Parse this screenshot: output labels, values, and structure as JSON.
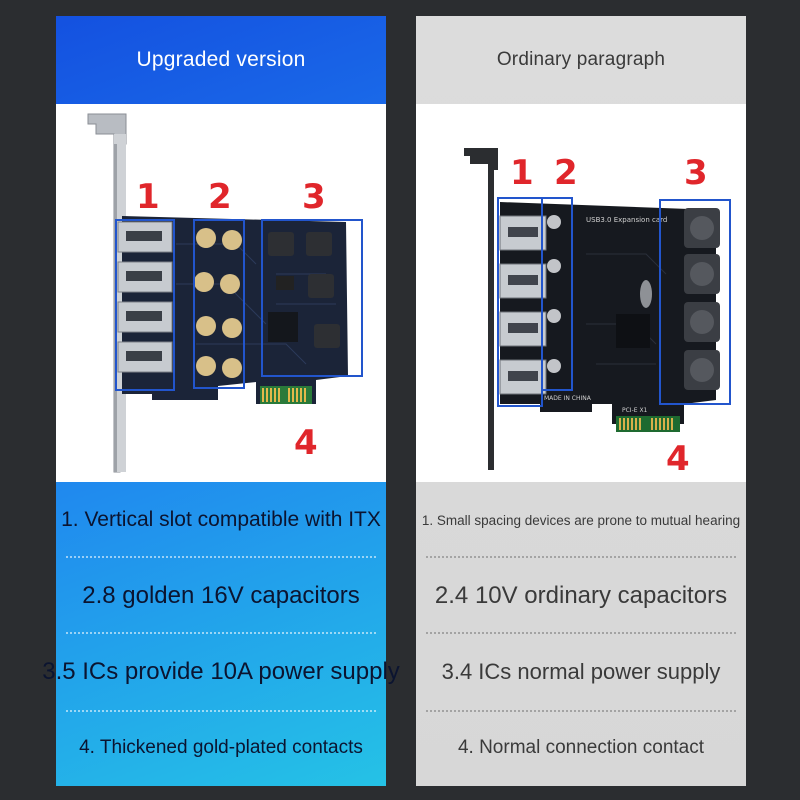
{
  "colors": {
    "background": "#2b2d30",
    "upgraded_gradient_start": "#1451e0",
    "upgraded_gradient_end": "#25c2e6",
    "ordinary_background": "#d9d9d9",
    "callout_red": "#e0262b",
    "highlight_box_blue": "#2255cc",
    "pcb_dark": "#1a2438"
  },
  "upgraded": {
    "title": "Upgraded version",
    "callouts": [
      "1",
      "2",
      "3",
      "4"
    ],
    "features": [
      "1. Vertical slot compatible with ITX",
      "2.8 golden 16V capacitors",
      "3.5 ICs provide 10A power supply",
      "4. Thickened gold-plated contacts"
    ]
  },
  "ordinary": {
    "title": "Ordinary paragraph",
    "callouts": [
      "1",
      "2",
      "3",
      "4"
    ],
    "board_labels": {
      "model": "USB3.0  Expansion card",
      "origin": "MADE IN CHINA",
      "slot": "PCI-E X1"
    },
    "features": [
      "1. Small spacing devices are prone to mutual hearing",
      "2.4 10V ordinary capacitors",
      "3.4 ICs normal power supply",
      "4. Normal connection contact"
    ]
  }
}
